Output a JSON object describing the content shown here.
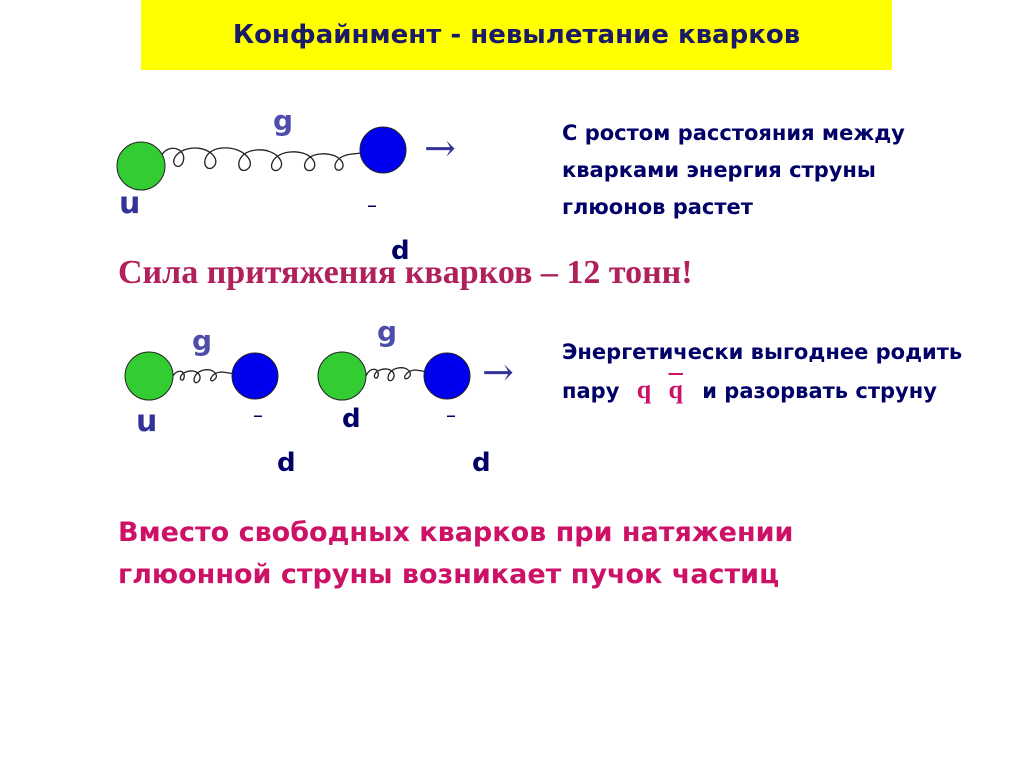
{
  "title": "Конфайнмент - невылетание кварков",
  "scene1": {
    "gluon": "g",
    "quark_left": "u",
    "antiquark_bar": "_",
    "antiquark": "d",
    "arrow": "→",
    "description": [
      "С ростом расстояния между",
      "кварками энергия струны",
      "глюонов растет"
    ]
  },
  "force_text": "Сила притяжения кварков – 12 тонн!",
  "scene2": {
    "pair1": {
      "gluon": "g",
      "quark": "u",
      "antiquark_bar": "_",
      "antiquark": "d"
    },
    "pair2": {
      "gluon": "g",
      "quark": "d",
      "antiquark_bar": "_",
      "antiquark": "d"
    },
    "arrow": "→",
    "desc_line1": "Энергетически выгоднее родить",
    "desc_line2_pre": "пару",
    "q": "q",
    "qbar": "q",
    "desc_line2_post": "и разорвать струну"
  },
  "bottom_text": [
    "Вместо свободных кварков при натяжении",
    "глюонной струны возникает пучок частиц"
  ],
  "colors": {
    "title_bg": "#ffff00",
    "quark": "#33cc33",
    "antiquark": "#0000ee",
    "accent": "#cc1166"
  }
}
